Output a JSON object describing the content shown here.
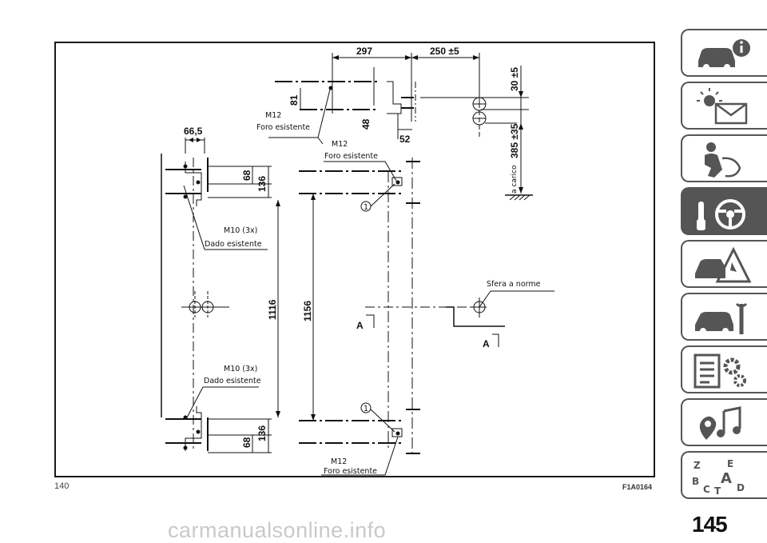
{
  "page": {
    "number_left": "140",
    "figure_code": "F1A0164",
    "number_big": "145",
    "watermark": "carmanualsonline.info"
  },
  "drawing": {
    "dims": {
      "d297": "297",
      "d250": "250 ±5",
      "d30": "30 ±5",
      "d385": "385 ±35",
      "d81": "81",
      "d48": "48",
      "d52": "52",
      "d66": "66,5",
      "d68_top": "68",
      "d136_top": "136",
      "d1116": "1116",
      "d1156": "1156",
      "d68_bot": "68",
      "d136_bot": "136"
    },
    "labels": {
      "m12_a": "M12",
      "foro_a": "Foro esistente",
      "m12_b": "M12",
      "foro_b": "Foro esistente",
      "m12_c": "M12",
      "foro_c": "Foro esistente",
      "m10_a": "M10 (3x)",
      "dado_a": "Dado esistente",
      "m10_b": "M10 (3x)",
      "dado_b": "Dado esistente",
      "sfera": "Sfera a norme",
      "a_carico": "a carico",
      "section_a1": "A",
      "section_a2": "A",
      "callout_1a": "1",
      "callout_1b": "1"
    }
  },
  "sidebar": {
    "tabs": [
      {
        "icon": "car-info-icon"
      },
      {
        "icon": "warning-light-envelope-icon"
      },
      {
        "icon": "seat-belt-airbag-icon"
      },
      {
        "icon": "key-steering-wheel-icon",
        "active": true
      },
      {
        "icon": "car-crash-warning-icon"
      },
      {
        "icon": "car-maintenance-wrench-icon"
      },
      {
        "icon": "specs-list-gears-icon"
      },
      {
        "icon": "multimedia-music-icon"
      },
      {
        "icon": "alphabetical-index-icon"
      }
    ],
    "index_letters": [
      "Z",
      "E",
      "A",
      "B",
      "C",
      "T",
      "D"
    ]
  }
}
